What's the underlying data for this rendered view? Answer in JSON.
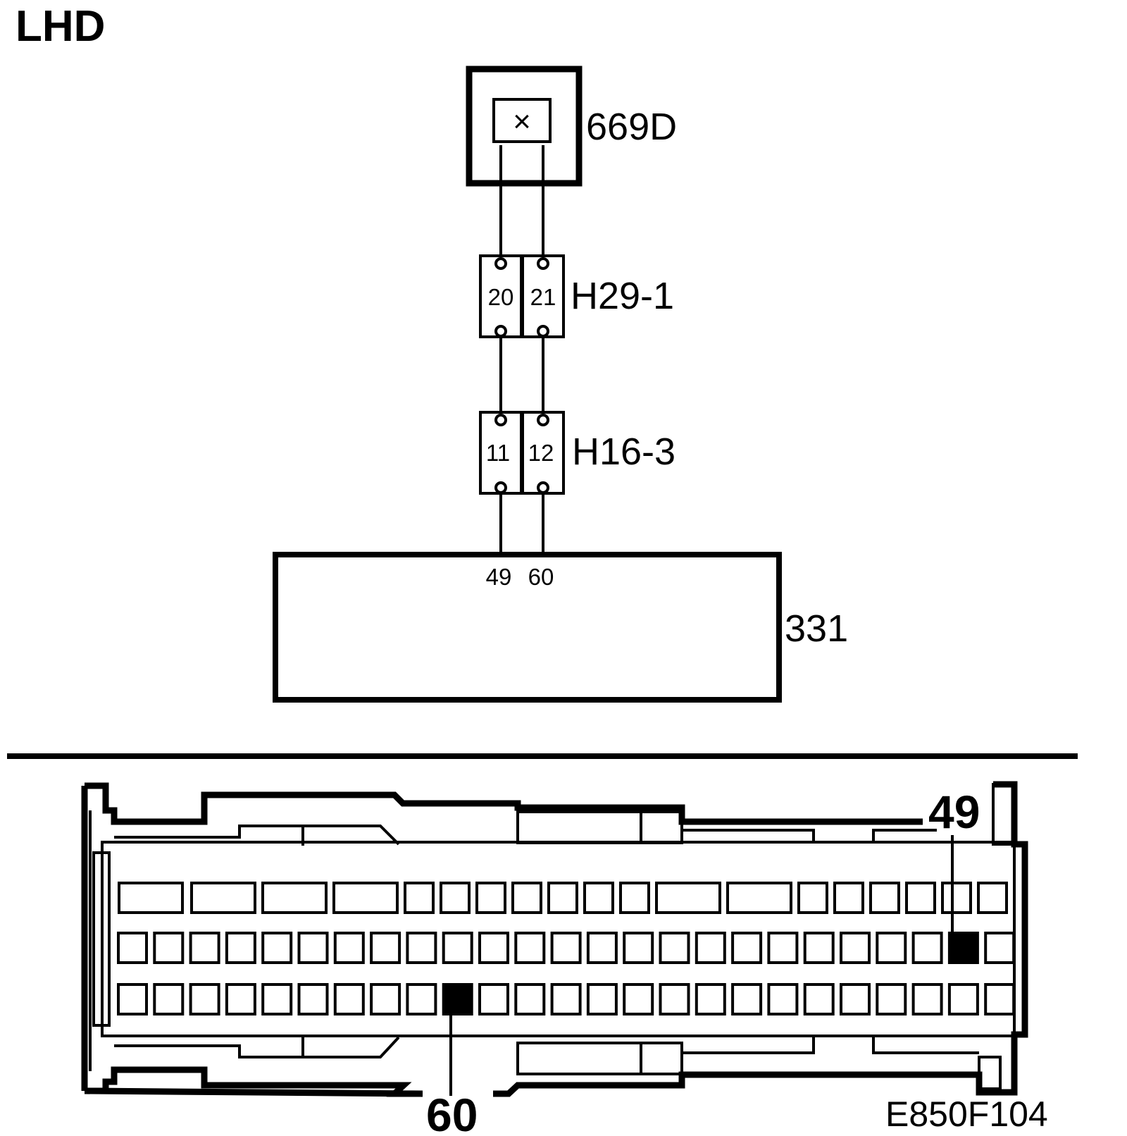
{
  "region_label": "LHD",
  "components": {
    "switch": {
      "id": "669D",
      "symbol": "×"
    },
    "connector_top": {
      "id": "H29-1",
      "pins": [
        "20",
        "21"
      ]
    },
    "connector_mid": {
      "id": "H16-3",
      "pins": [
        "11",
        "12"
      ]
    },
    "module": {
      "id": "331",
      "pins": [
        "49",
        "60"
      ]
    }
  },
  "connector_face": {
    "callout_top": "49",
    "callout_bottom": "60",
    "highlighted_pins": [
      "49",
      "60"
    ]
  },
  "figure_code": "E850F104",
  "colors": {
    "line": "#000000",
    "background": "#ffffff",
    "highlight": "#000000"
  }
}
